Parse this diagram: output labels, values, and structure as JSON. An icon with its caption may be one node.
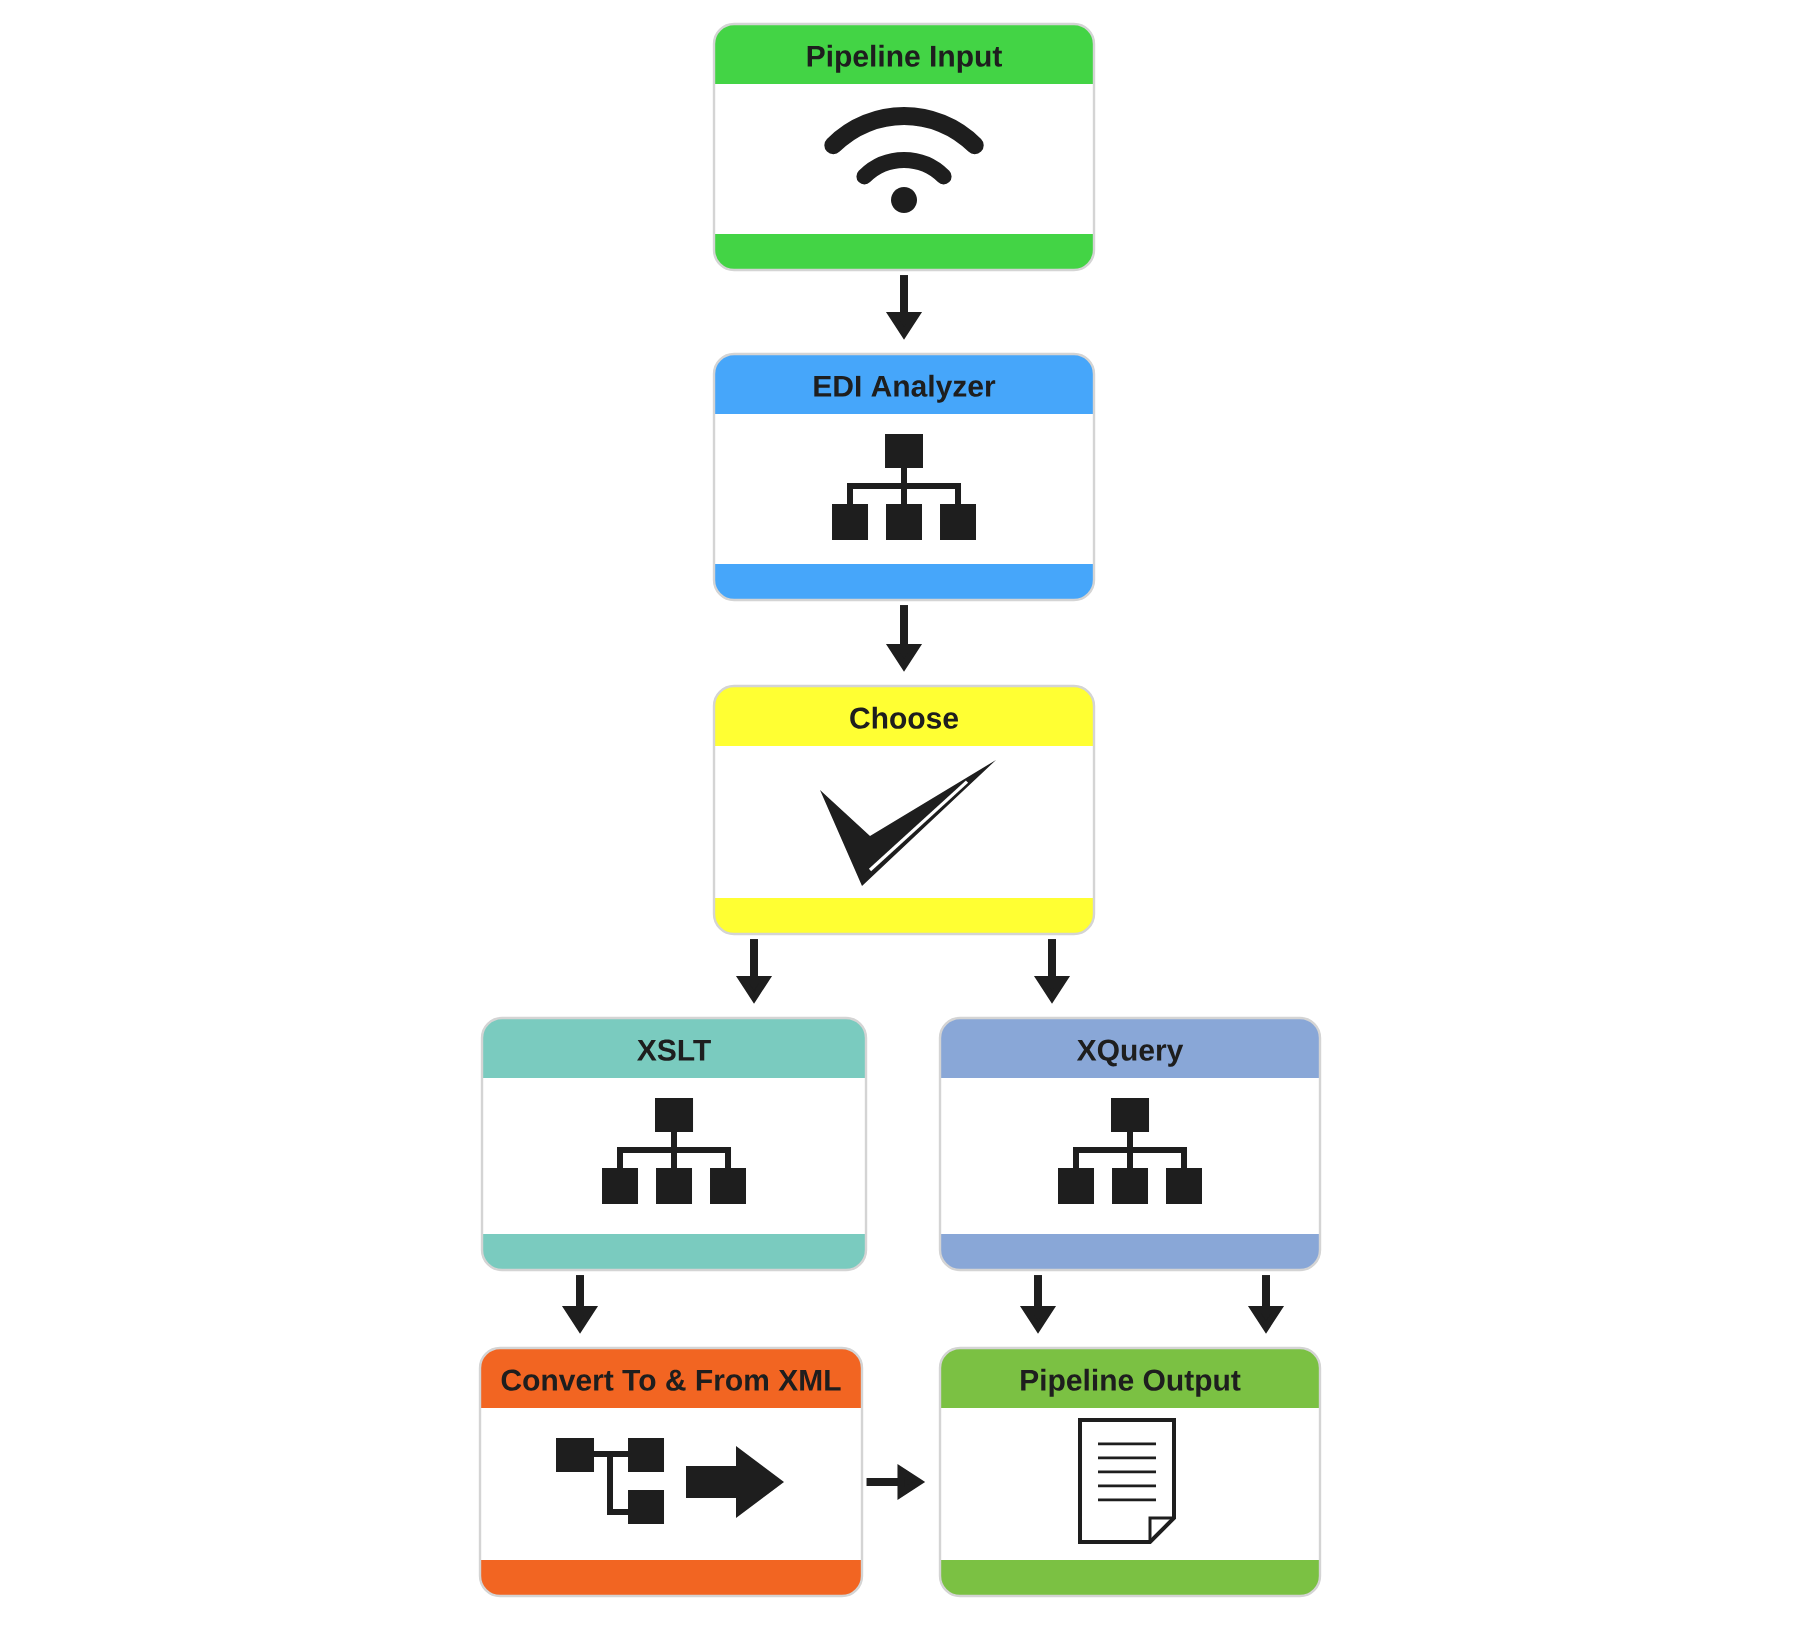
{
  "diagram": {
    "nodes": [
      {
        "text": [
          "Pipeline Input"
        ]
      },
      {
        "text": [
          "EDI Analyzer"
        ]
      },
      {
        "text": [
          "Choose"
        ]
      },
      {
        "text": [
          "XSLT"
        ]
      },
      {
        "text": [
          "XQuery"
        ]
      },
      {
        "text": [
          "Convert To & From XML"
        ]
      },
      {
        "text": [
          "Pipeline Output"
        ]
      }
    ],
    "edges": [
      {
        "from": 0,
        "to": 1,
        "arrow": "to"
      },
      {
        "from": 1,
        "to": 2,
        "arrow": "to"
      },
      {
        "from": 2,
        "to": 3,
        "arrow": "to"
      },
      {
        "from": 2,
        "to": 4,
        "arrow": "to"
      },
      {
        "from": 3,
        "to": 5,
        "arrow": "to"
      },
      {
        "from": 4,
        "to": 6,
        "arrow": "to"
      },
      {
        "from": 4,
        "to": 6,
        "arrow": "to"
      },
      {
        "from": 5,
        "to": 6,
        "arrow": "to"
      }
    ]
  }
}
